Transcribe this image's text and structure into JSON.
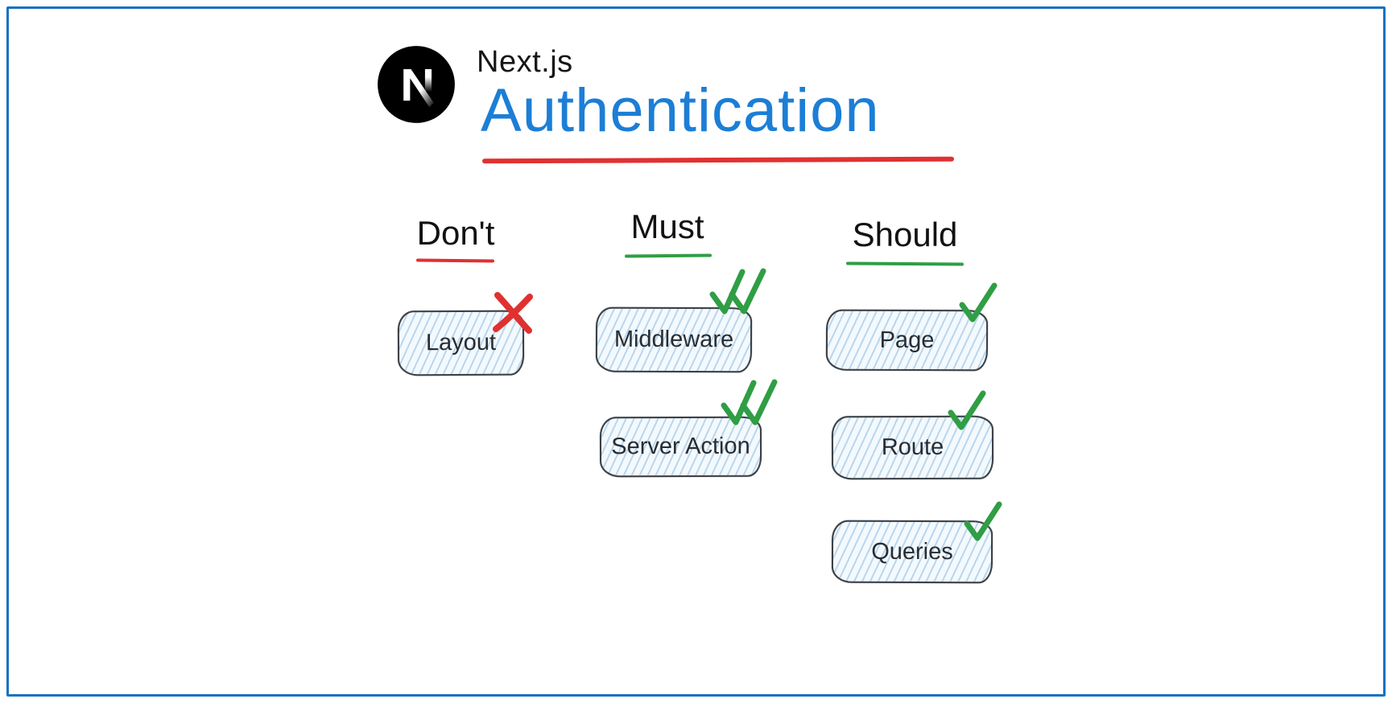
{
  "header": {
    "brand": "Next.js",
    "title": "Authentication"
  },
  "columns": [
    {
      "label": "Don't",
      "underline_color": "#e03131",
      "items": [
        {
          "label": "Layout",
          "mark": "cross"
        }
      ]
    },
    {
      "label": "Must",
      "underline_color": "#2f9e44",
      "items": [
        {
          "label": "Middleware",
          "mark": "double-check"
        },
        {
          "label": "Server Action",
          "mark": "double-check"
        }
      ]
    },
    {
      "label": "Should",
      "underline_color": "#2f9e44",
      "items": [
        {
          "label": "Page",
          "mark": "check"
        },
        {
          "label": "Route",
          "mark": "check"
        },
        {
          "label": "Queries",
          "mark": "check"
        }
      ]
    }
  ],
  "icons": {
    "logo": "nextjs-logo",
    "check": "green check mark",
    "double_check": "double green check mark",
    "cross": "red x mark"
  },
  "colors": {
    "frame_border": "#1971c2",
    "title": "#1c7ed6",
    "accent_red": "#e03131",
    "accent_green": "#2f9e44",
    "box_fill": "#f3f9fd",
    "box_hatch": "#8bbae0",
    "box_border": "#3a4045",
    "text": "#272d33"
  }
}
